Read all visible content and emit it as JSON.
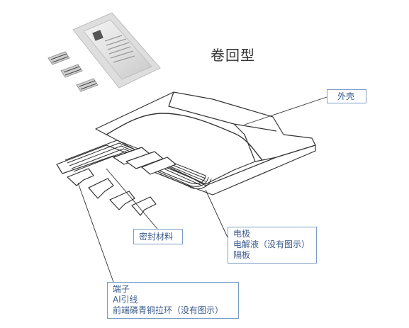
{
  "title": "卷回型",
  "callouts": {
    "shell": [
      "外壳"
    ],
    "seal": [
      "密封材料"
    ],
    "core": [
      "电极",
      "电解液（没有图示）",
      "隔板"
    ],
    "terminal": [
      "端子",
      "Al引线",
      "前端磷青铜拉环（没有图示）"
    ]
  },
  "colors": {
    "callout_border": "#7a9cc6",
    "callout_text": "#3a5a8c",
    "line": "#333333"
  }
}
